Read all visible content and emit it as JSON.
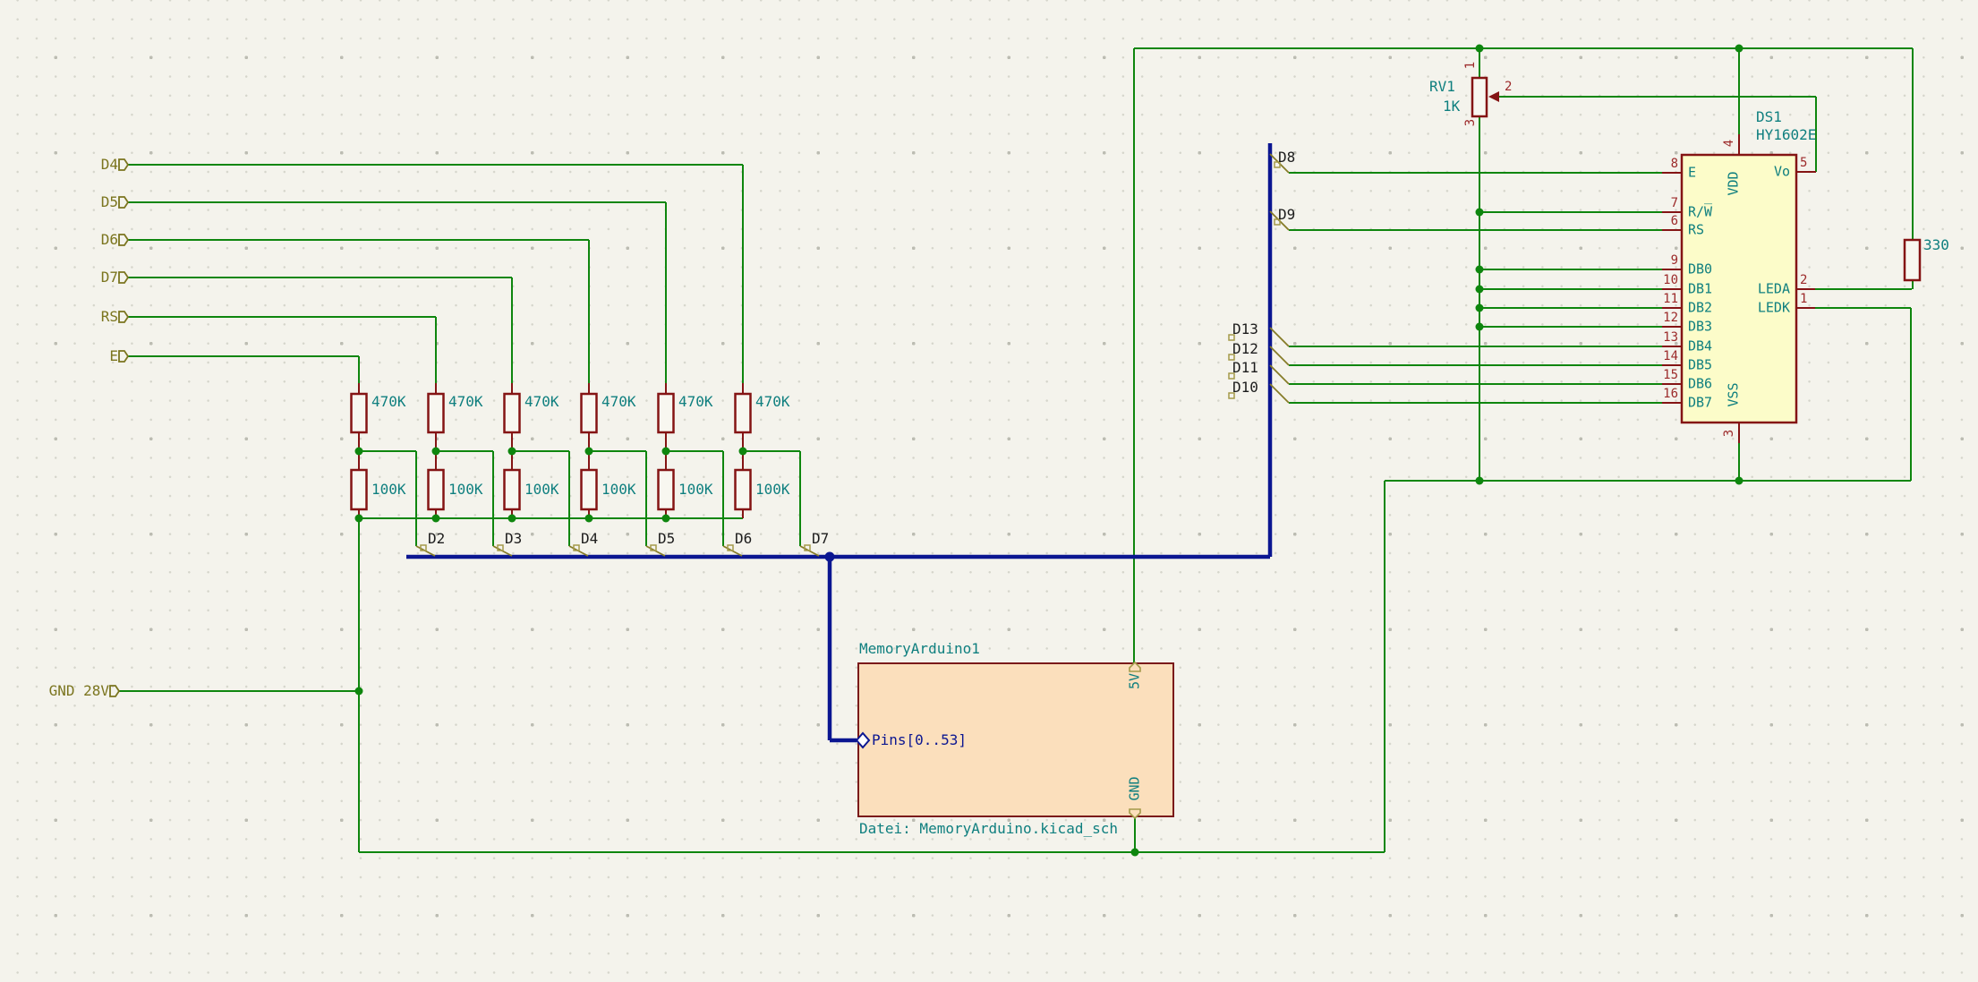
{
  "schematic": {
    "hierarchical_labels": {
      "d4": "D4",
      "d5": "D5",
      "d6": "D6",
      "d7": "D7",
      "rs": "RS",
      "e": "E",
      "gnd_28v": "GND 28V"
    },
    "net_labels": {
      "d2": "D2",
      "d3": "D3",
      "d4": "D4",
      "d5": "D5",
      "d6": "D6",
      "d7": "D7",
      "d8": "D8",
      "d9": "D9",
      "d10": "D10",
      "d11": "D11",
      "d12": "D12",
      "d13": "D13"
    },
    "resistor_values": {
      "r470": "470K",
      "r100": "100K",
      "r330": "330"
    },
    "potentiometer": {
      "ref": "RV1",
      "value": "1K",
      "pin1": "1",
      "pin2": "2",
      "pin3": "3"
    },
    "lcd": {
      "ref": "DS1",
      "value": "HY1602E",
      "pins_left": [
        {
          "num": "8",
          "name": "E"
        },
        {
          "num": "7",
          "name": "R/W̅"
        },
        {
          "num": "6",
          "name": "RS"
        },
        {
          "num": "9",
          "name": "DB0"
        },
        {
          "num": "10",
          "name": "DB1"
        },
        {
          "num": "11",
          "name": "DB2"
        },
        {
          "num": "12",
          "name": "DB3"
        },
        {
          "num": "13",
          "name": "DB4"
        },
        {
          "num": "14",
          "name": "DB5"
        },
        {
          "num": "15",
          "name": "DB6"
        },
        {
          "num": "16",
          "name": "DB7"
        }
      ],
      "pins_right": [
        {
          "num": "5",
          "name": "Vo"
        },
        {
          "num": "2",
          "name": "LEDA"
        },
        {
          "num": "1",
          "name": "LEDK"
        }
      ],
      "pin_top": {
        "num": "4",
        "name": "VDD"
      },
      "pin_bottom": {
        "num": "3",
        "name": "VSS"
      }
    },
    "sheet": {
      "title": "MemoryArduino1",
      "file_label": "Datei: MemoryArduino.kicad_sch",
      "bus_pin": "Pins[0..53]",
      "pin_top": "5V",
      "pin_bottom": "GND"
    }
  },
  "colors": {
    "bg": "#f4f3ec",
    "wire": "#0e860e",
    "bus": "#0b1691",
    "device": "#841414",
    "pinnum": "#9c2a2a",
    "teal": "#0f7f7f",
    "olive": "#7b751f",
    "sheet_fill": "#fbdfbc",
    "sheet_border": "#7a1a1a",
    "lcd_fill": "#fcfcc9",
    "navy": "#0b1691"
  }
}
